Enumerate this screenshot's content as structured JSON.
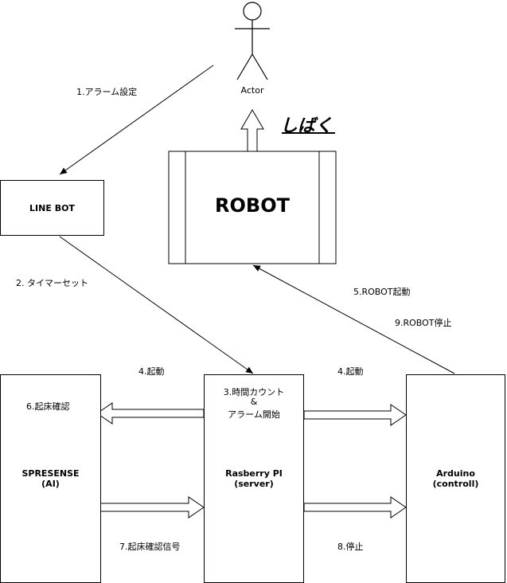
{
  "actor": {
    "label": "Actor"
  },
  "robot": {
    "label": "ROBOT",
    "caption": "しばく"
  },
  "line_bot": {
    "label": "LINE BOT"
  },
  "spresense": {
    "line1": "SPRESENSE",
    "line2": "(AI)"
  },
  "rasberry": {
    "line1": "Rasberry PI",
    "line2": "(server)"
  },
  "arduino": {
    "line1": "Arduino",
    "line2": "(controll)"
  },
  "steps": {
    "s1": "1.アラーム設定",
    "s2": "2. タイマーセット",
    "s3a": "3.時間カウント",
    "s3b": "&",
    "s3c": "アラーム開始",
    "s4_left": "4.起動",
    "s4_right": "4.起動",
    "s5": "5.ROBOT起動",
    "s6": "6.起床確認",
    "s7": "7.起床確認信号",
    "s8": "8.停止",
    "s9": "9.ROBOT停止"
  }
}
